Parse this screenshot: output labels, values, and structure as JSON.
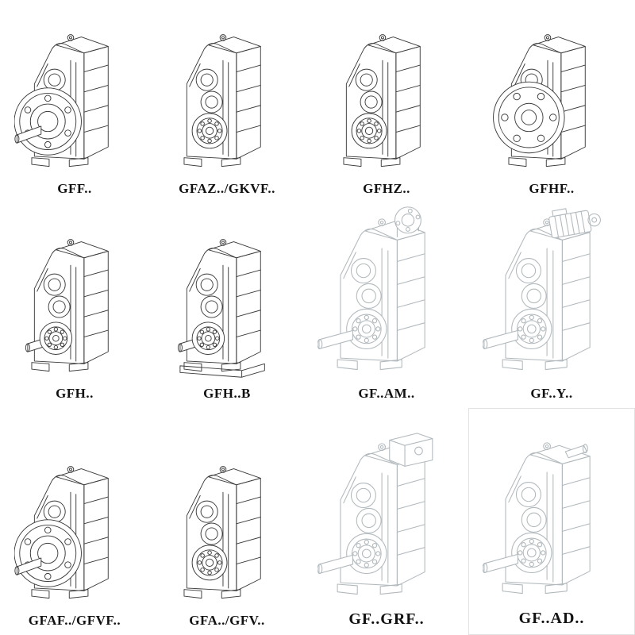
{
  "colors": {
    "line": "#3a3a3a",
    "light_line": "#b2b9bd",
    "label": "#111111"
  },
  "catalog": {
    "cells": [
      {
        "label": "GFF..",
        "symbol": "#sym-flange",
        "drawing": "flange-mounted-gearbox-solid-shaft"
      },
      {
        "label": "GFAZ../GKVF..",
        "symbol": "#sym-hollow",
        "drawing": "hollow-shaft-gearbox"
      },
      {
        "label": "GFHZ..",
        "symbol": "#sym-hollow",
        "drawing": "hollow-shaft-shrink-disc-gearbox"
      },
      {
        "label": "GFHF..",
        "symbol": "#sym-flange-front",
        "drawing": "flange-mounted-hollow-gearbox"
      },
      {
        "label": "GFH..",
        "symbol": "#sym-shaft",
        "drawing": "shaft-mounted-gearbox"
      },
      {
        "label": "GFH..B",
        "symbol": "#sym-shaft-b",
        "drawing": "shaft-mounted-gearbox-with-base"
      },
      {
        "label": "GF..AM..",
        "symbol": "#sym-l-adapter",
        "drawing": "gearbox-with-iec-adapter"
      },
      {
        "label": "GF..Y..",
        "symbol": "#sym-l-motor",
        "drawing": "gearbox-with-motor"
      },
      {
        "label": "GFAF../GFVF..",
        "symbol": "#sym-flange",
        "drawing": "flange-mounted-gearbox"
      },
      {
        "label": "GFA../GFV..",
        "symbol": "#sym-hollow",
        "drawing": "hollow-shaft-gearbox"
      },
      {
        "label": "GF..GRF..",
        "symbol": "#sym-l-grf",
        "drawing": "gearbox-with-input-housing"
      },
      {
        "label": "GF..AD..",
        "symbol": "#sym-l-plain",
        "drawing": "gearbox-with-input-shaft"
      }
    ]
  }
}
